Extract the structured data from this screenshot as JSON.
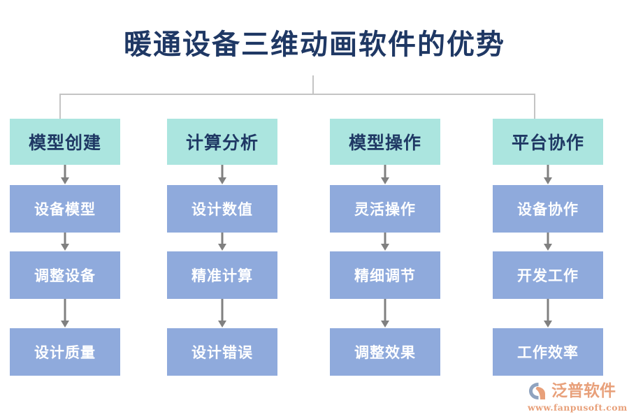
{
  "title": "暖通设备三维动画软件的优势",
  "colors": {
    "background": "#ffffff",
    "title_text": "#1f3864",
    "header_box_fill": "#abe5df",
    "header_box_text": "#1f3864",
    "node_box_fill": "#8faadc",
    "node_box_text": "#ffffff",
    "connector_line": "#c4c4c4",
    "arrow": "#808080",
    "logo_text": "#e8a07a",
    "logo_mark": "#8fa3bf"
  },
  "diagram": {
    "type": "flowchart",
    "columns": [
      {
        "header": "模型创建",
        "nodes": [
          "设备模型",
          "调整设备",
          "设计质量"
        ]
      },
      {
        "header": "计算分析",
        "nodes": [
          "设计数值",
          "精准计算",
          "设计错误"
        ]
      },
      {
        "header": "模型操作",
        "nodes": [
          "灵活操作",
          "精细调节",
          "调整效果"
        ]
      },
      {
        "header": "平台协作",
        "nodes": [
          "设备协作",
          "开发工作",
          "工作效率"
        ]
      }
    ]
  },
  "logo": {
    "name": "泛普软件",
    "url": "www.fanpusoft.com"
  }
}
